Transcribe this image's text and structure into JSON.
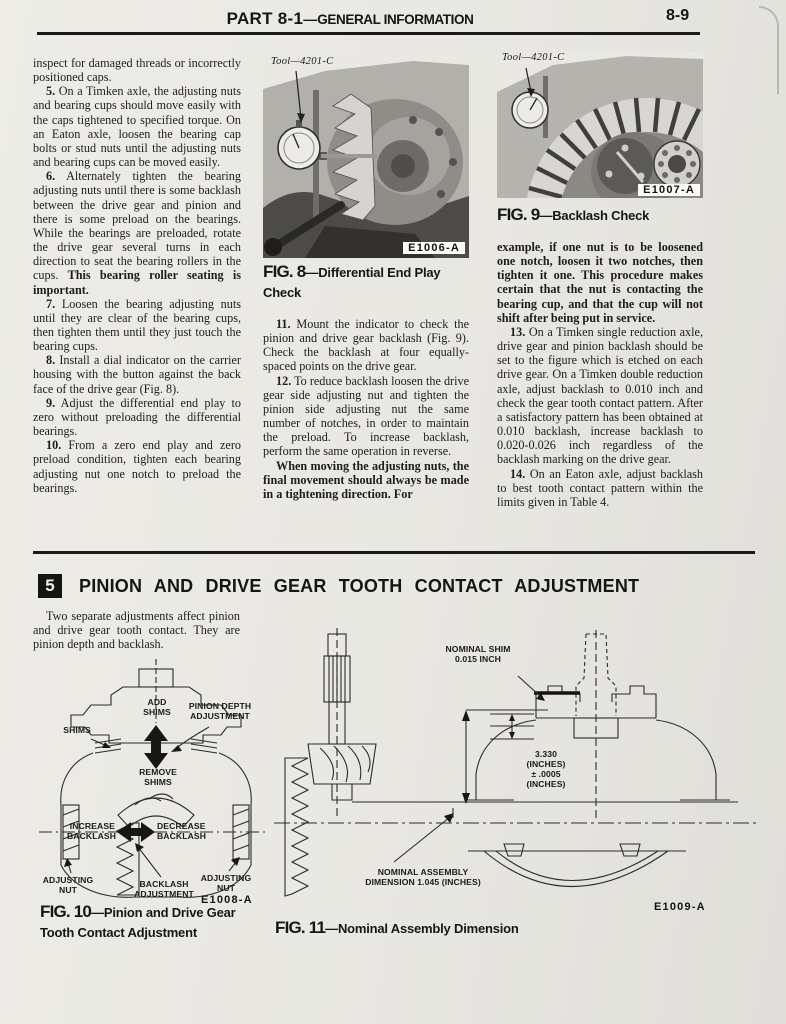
{
  "header": {
    "part": "PART 8-1",
    "dash": "—",
    "title": "GENERAL INFORMATION",
    "page_number": "8-9"
  },
  "columns": {
    "left": [
      {
        "ind": false,
        "seg": [
          {
            "t": "inspect for damaged threads or incorrectly positioned caps."
          }
        ]
      },
      {
        "ind": true,
        "seg": [
          {
            "t": "5.",
            "b": true
          },
          {
            "t": " On a Timken axle, the adjusting nuts and bearing cups should move easily with the caps tightened to specified torque. On an Eaton axle, loosen the bearing cap bolts or stud nuts until the adjusting nuts and bearing cups can be moved easily."
          }
        ]
      },
      {
        "ind": true,
        "seg": [
          {
            "t": "6.",
            "b": true
          },
          {
            "t": " Alternately tighten the bearing adjusting nuts until there is some backlash between the drive gear and pinion and there is some preload on the bearings. While the bearings are preloaded, rotate the drive gear several turns in each direction to seat the bearing rollers in the cups. "
          },
          {
            "t": "This bearing roller seating is important.",
            "b": true
          }
        ]
      },
      {
        "ind": true,
        "seg": [
          {
            "t": "7.",
            "b": true
          },
          {
            "t": " Loosen the bearing adjusting nuts until they are clear of the bearing cups, then tighten them until they just touch the bearing cups."
          }
        ]
      },
      {
        "ind": true,
        "seg": [
          {
            "t": "8.",
            "b": true
          },
          {
            "t": " Install a dial indicator on the carrier housing with the button against the back face of the drive gear (Fig. 8)."
          }
        ]
      },
      {
        "ind": true,
        "seg": [
          {
            "t": "9.",
            "b": true
          },
          {
            "t": " Adjust the differential end play to zero without preloading the differential bearings."
          }
        ]
      },
      {
        "ind": true,
        "seg": [
          {
            "t": "10.",
            "b": true
          },
          {
            "t": " From a zero end play and zero preload condition, tighten each bearing adjusting nut one notch to preload the bearings."
          }
        ]
      }
    ],
    "middle": [
      {
        "ind": true,
        "seg": [
          {
            "t": "11.",
            "b": true
          },
          {
            "t": " Mount the indicator to check the pinion and drive gear backlash (Fig. 9). Check the backlash at four equally-spaced points on the drive gear."
          }
        ]
      },
      {
        "ind": true,
        "seg": [
          {
            "t": "12.",
            "b": true
          },
          {
            "t": " To reduce backlash loosen the drive gear side adjusting nut and tighten the pinion side adjusting nut the same number of notches, in order to maintain the preload. To increase backlash, perform the same operation in reverse."
          }
        ]
      },
      {
        "ind": true,
        "seg": [
          {
            "t": "When moving the adjusting nuts, the final movement should always be made in a tightening direction. For",
            "b": true
          }
        ]
      }
    ],
    "right": [
      {
        "ind": false,
        "seg": [
          {
            "t": "example, if one nut is to be loosened one notch, loosen it two notches, then tighten it one. This procedure makes certain that the nut is contacting the bearing cup, and that the cup will not shift after being put in service.",
            "b": true
          }
        ]
      },
      {
        "ind": true,
        "seg": [
          {
            "t": "13.",
            "b": true
          },
          {
            "t": " On a Timken single reduction axle, drive gear and pinion backlash should be set to the figure which is etched on each drive gear. On a Timken double reduction axle, adjust backlash to 0.010 inch and check the gear tooth contact pattern. After a satisfactory pattern has been obtained at 0.010 backlash, increase backlash to 0.020-0.026 inch regardless of the backlash marking on the drive gear."
          }
        ]
      },
      {
        "ind": true,
        "seg": [
          {
            "t": "14.",
            "b": true
          },
          {
            "t": " On an Eaton axle, adjust backlash to best tooth contact pattern within the limits given in Table 4."
          }
        ]
      }
    ]
  },
  "figures": {
    "fig8": {
      "tool_label": "Tool—4201-C",
      "code": "E1006-A",
      "num": "FIG. 8",
      "caption": "—Differential End Play Check"
    },
    "fig9": {
      "tool_label": "Tool—4201-C",
      "code": "E1007-A",
      "num": "FIG. 9",
      "caption": "—Backlash Check"
    },
    "fig10": {
      "num": "FIG. 10",
      "caption": "—Pinion and Drive Gear Tooth Contact Adjustment",
      "code": "E1008-A",
      "labels": {
        "shims": "SHIMS",
        "add_shims": "ADD\nSHIMS",
        "pinion_depth": "PINION DEPTH\nADJUSTMENT",
        "remove_shims": "REMOVE\nSHIMS",
        "increase_backlash": "INCREASE\nBACKLASH",
        "decrease_backlash": "DECREASE\nBACKLASH",
        "adjusting_nut_left": "ADJUSTING\nNUT",
        "backlash_adjustment": "BACKLASH\nADJUSTMENT",
        "adjusting_nut_right": "ADJUSTING\nNUT"
      }
    },
    "fig11": {
      "num": "FIG. 11",
      "caption": "—Nominal Assembly Dimension",
      "code": "E1009-A",
      "labels": {
        "nominal_shim": "NOMINAL SHIM\n0.015 INCH",
        "dimension": "3.330\n(INCHES)\n± .0005\n(INCHES)",
        "nominal_assembly": "NOMINAL ASSEMBLY\nDIMENSION 1.045 (INCHES)"
      }
    }
  },
  "section5": {
    "number": "5",
    "title": "PINION AND DRIVE GEAR TOOTH CONTACT ADJUSTMENT",
    "intro": [
      {
        "ind": true,
        "seg": [
          {
            "t": "Two separate adjustments affect pinion and drive gear tooth contact. They are pinion depth and backlash."
          }
        ]
      }
    ]
  },
  "colors": {
    "paper": "#e8e7e2",
    "ink": "#1b1a18"
  }
}
